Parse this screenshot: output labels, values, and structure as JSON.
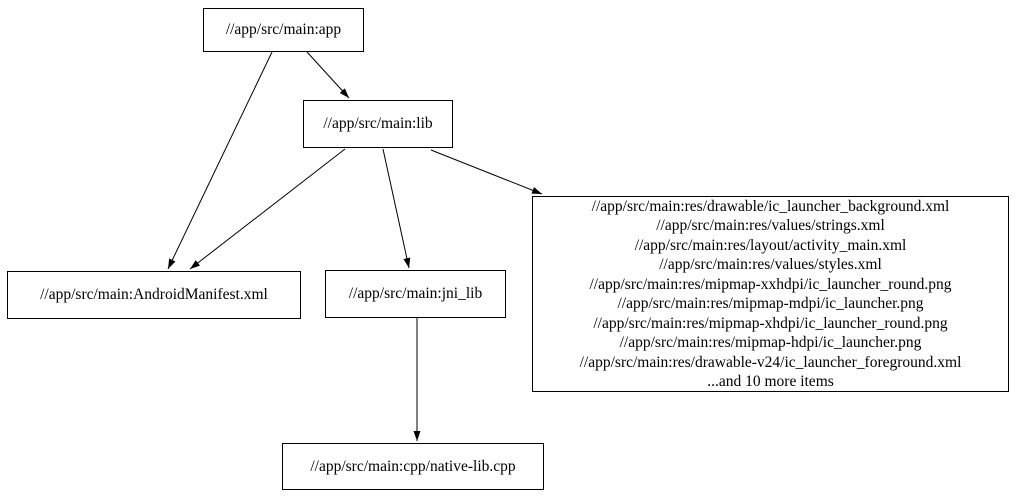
{
  "diagram": {
    "type": "dependency-graph",
    "background_color": "#ffffff",
    "node_border_color": "#000000",
    "edge_color": "#000000",
    "text_color": "#000000",
    "nodes": {
      "app": {
        "label": "//app/src/main:app"
      },
      "lib": {
        "label": "//app/src/main:lib"
      },
      "manifest": {
        "label": "//app/src/main:AndroidManifest.xml"
      },
      "jni_lib": {
        "label": "//app/src/main:jni_lib"
      },
      "res": {
        "lines": [
          "//app/src/main:res/drawable/ic_launcher_background.xml",
          "//app/src/main:res/values/strings.xml",
          "//app/src/main:res/layout/activity_main.xml",
          "//app/src/main:res/values/styles.xml",
          "//app/src/main:res/mipmap-xxhdpi/ic_launcher_round.png",
          "//app/src/main:res/mipmap-mdpi/ic_launcher.png",
          "//app/src/main:res/mipmap-xhdpi/ic_launcher_round.png",
          "//app/src/main:res/mipmap-hdpi/ic_launcher.png",
          "//app/src/main:res/drawable-v24/ic_launcher_foreground.xml",
          "...and 10 more items"
        ]
      },
      "cpp": {
        "label": "//app/src/main:cpp/native-lib.cpp"
      }
    },
    "edges": [
      {
        "from": "app",
        "to": "lib"
      },
      {
        "from": "app",
        "to": "manifest"
      },
      {
        "from": "lib",
        "to": "manifest"
      },
      {
        "from": "lib",
        "to": "jni_lib"
      },
      {
        "from": "lib",
        "to": "res"
      },
      {
        "from": "jni_lib",
        "to": "cpp"
      }
    ]
  }
}
